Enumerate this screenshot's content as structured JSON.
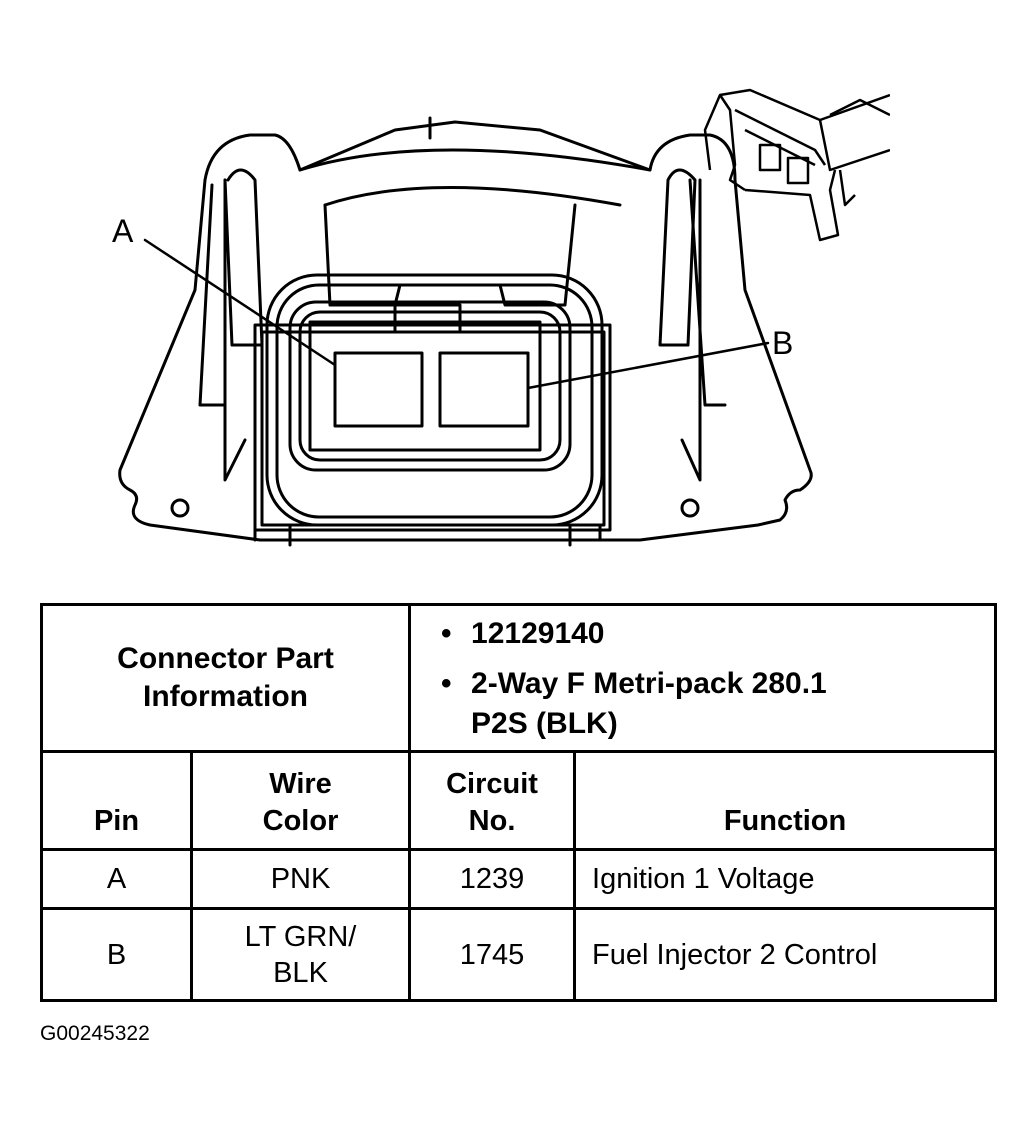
{
  "diagram": {
    "type": "connector-end-view",
    "pin_labels": [
      {
        "id": "A",
        "text": "A"
      },
      {
        "id": "B",
        "text": "B"
      }
    ],
    "inset": "isometric-connector-view"
  },
  "connector_info": {
    "label": "Connector Part Information",
    "label_lines": [
      "Connector Part",
      "Information"
    ],
    "details": [
      "12129140",
      "2-Way F Metri-pack 280.1 P2S (BLK)"
    ],
    "detail_lines": [
      [
        "12129140"
      ],
      [
        "2-Way F Metri-pack 280.1",
        "P2S (BLK)"
      ]
    ]
  },
  "table": {
    "headers": {
      "pin": "Pin",
      "wire_color": [
        "Wire",
        "Color"
      ],
      "circuit_no": [
        "Circuit",
        "No."
      ],
      "function": "Function"
    },
    "rows": [
      {
        "pin": "A",
        "wire_color": [
          "PNK"
        ],
        "circuit_no": "1239",
        "function": "Ignition 1 Voltage"
      },
      {
        "pin": "B",
        "wire_color": [
          "LT GRN/",
          "BLK"
        ],
        "circuit_no": "1745",
        "function": "Fuel Injector 2 Control"
      }
    ]
  },
  "figure_id": "G00245322"
}
